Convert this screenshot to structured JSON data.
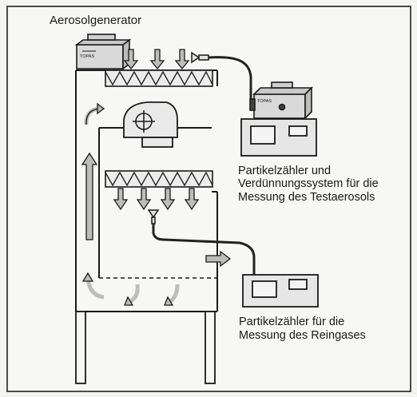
{
  "labels": {
    "generator": "Aerosolgenerator",
    "device_brand": "TOPAS",
    "counter_dilution": [
      "Partikelzähler und",
      "Verdünnungssystem für die",
      "Messung des Testaerosols"
    ],
    "counter_clean": [
      "Partikelzähler für die",
      "Messung des Reingases"
    ]
  },
  "colors": {
    "frame": "#1a1a1a",
    "arrow_fill": "#cfcfcf",
    "device_fill": "#d9d9d9",
    "hose": "#222222"
  }
}
